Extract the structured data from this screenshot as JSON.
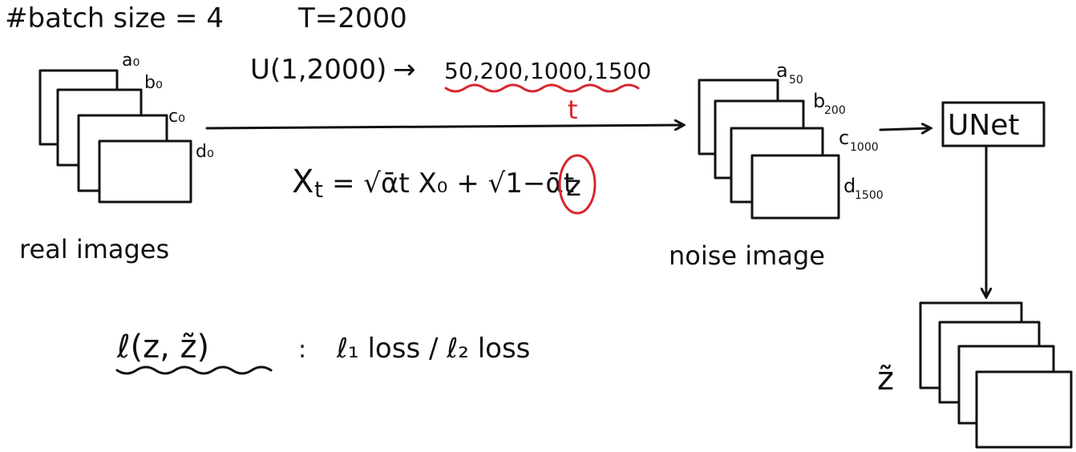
{
  "header": {
    "batch_note": "#batch size = 4",
    "timesteps": "T=2000"
  },
  "sampling": {
    "distribution": "U(1,2000)",
    "arrow": "→",
    "values": "50,200,1000,1500",
    "t_label": "t"
  },
  "real_images": {
    "caption": "real images",
    "labels": [
      "a₀",
      "b₀",
      "c₀",
      "d₀"
    ]
  },
  "formula": {
    "lhs": "X",
    "lhs_sub": "t",
    "rhs": "= √ᾱt X₀ + √1−ᾱt",
    "noise": "z"
  },
  "noise_images": {
    "caption": "noise image",
    "labels": [
      "a",
      "b",
      "c",
      "d"
    ],
    "subs": [
      "50",
      "200",
      "1000",
      "1500"
    ]
  },
  "unet": {
    "label": "UNet"
  },
  "prediction": {
    "label": "z̃"
  },
  "loss": {
    "lhs": "ℓ(z, z̃)",
    "colon": ":",
    "rhs": "ℓ₁ loss / ℓ₂ loss"
  },
  "colors": {
    "ink": "#111111",
    "accent": "#d8262d"
  }
}
